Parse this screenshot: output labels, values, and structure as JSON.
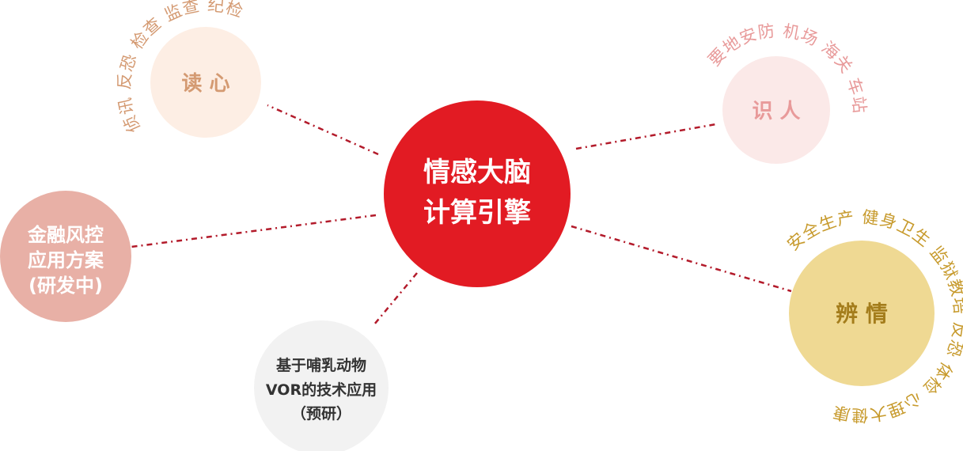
{
  "center": {
    "line1": "情感大脑",
    "line2": "计算引擎",
    "color": "#e21b23"
  },
  "nodes": {
    "read_mind": {
      "label": "读 心",
      "arc": "侦讯 反恐 检查 监查 纪检",
      "fill": "#fdeee4",
      "text_color": "#d49a72"
    },
    "identify": {
      "label": "识 人",
      "arc": "要地安防 机场 海关 车站",
      "fill": "#fbe9e8",
      "text_color": "#e89a9a"
    },
    "finance": {
      "line1": "金融风控",
      "line2": "应用方案",
      "line3": "(研发中)",
      "fill": "#e8b0a6",
      "text_color": "#ffffff"
    },
    "discern": {
      "label": "辨 情",
      "arc": "安全生产 健身卫生 监狱教培 反恐 体检 心理大健康",
      "fill": "#efd993",
      "text_color": "#a47d1c",
      "arc_color": "#c79a2c"
    },
    "vor": {
      "line1": "基于哺乳动物",
      "line2": "VOR的技术应用",
      "line3": "（预研）",
      "fill": "#f2f2f2",
      "text_color": "#333333"
    }
  },
  "connector_color": "#b31b2b"
}
